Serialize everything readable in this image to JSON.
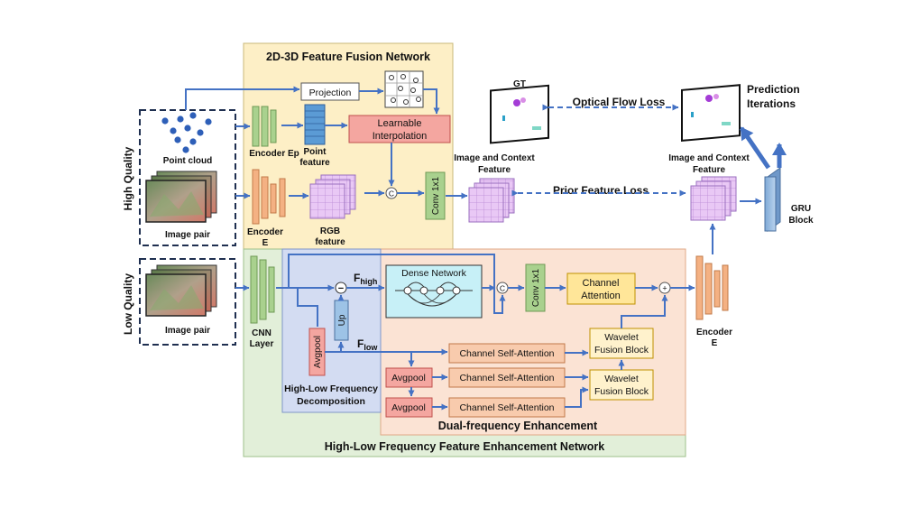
{
  "colors": {
    "fusion_panel": "#fdefc6",
    "enhance_panel": "#e2efd9",
    "decomp_panel": "#d3dcf2",
    "dual_panel": "#fbe3d4",
    "arrow": "#4472c4",
    "encoder_green": "#a9d18e",
    "encoder_orange": "#f4b183",
    "salmon_box": "#f8cbad",
    "red_box": "#f4a6a0",
    "yellow_box": "#ffe699",
    "cyan_box": "#c7f0f7",
    "gru_blue": "#9dc3e6"
  },
  "panels": {
    "fusion_title": "2D-3D Feature Fusion Network",
    "enhance_title": "High-Low Frequency Feature Enhancement Network",
    "decomp_title_1": "High-Low Frequency",
    "decomp_title_2": "Decomposition",
    "dual_title": "Dual-frequency Enhancement"
  },
  "side_labels": {
    "high": "High Quality",
    "low": "Low Quality"
  },
  "inputs": {
    "point_cloud": "Point cloud",
    "image_pair_hq": "Image pair",
    "image_pair_lq": "Image pair"
  },
  "fusion": {
    "projection": "Projection",
    "learnable_1": "Learnable",
    "learnable_2": "Interpolation",
    "encoder_ep": "Encoder Ep",
    "point_feature_1": "Point",
    "point_feature_2": "feature",
    "encoder_e_1": "Encoder",
    "encoder_e_2": "E",
    "rgb_1": "RGB",
    "rgb_2": "feature",
    "concat": "C",
    "conv": "Conv 1x1"
  },
  "right": {
    "gt": "GT",
    "optical_flow_loss": "Optical Flow Loss",
    "prediction_1": "Prediction",
    "prediction_2": "Iterations",
    "ctx_left_1": "Image and Context",
    "ctx_left_2": "Feature",
    "ctx_right_1": "Image and Context",
    "ctx_right_2": "Feature",
    "prior_loss": "Prior Feature Loss",
    "gru_1": "GRU",
    "gru_2": "Block"
  },
  "enhance": {
    "cnn_1": "CNN",
    "cnn_2": "Layer",
    "f_high": "F",
    "f_high_sub": "high",
    "f_low": "F",
    "f_low_sub": "low",
    "minus": "−",
    "up": "Up",
    "avgpool_main": "Avgpool",
    "dense": "Dense Network",
    "concat": "C",
    "conv": "Conv 1x1",
    "channel_attention_1": "Channel",
    "channel_attention_2": "Attention",
    "plus": "+",
    "csa_1": "Channel Self-Attention",
    "csa_2": "Channel Self-Attention",
    "csa_3": "Channel Self-Attention",
    "avgpool_1": "Avgpool",
    "avgpool_2": "Avgpool",
    "wavelet_1a": "Wavelet",
    "wavelet_1b": "Fusion Block",
    "wavelet_2a": "Wavelet",
    "wavelet_2b": "Fusion Block",
    "encoder_e_1": "Encoder",
    "encoder_e_2": "E"
  }
}
